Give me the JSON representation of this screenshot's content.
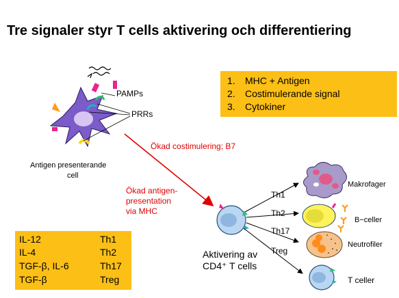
{
  "title": "Tre signaler styr T cells aktivering och differentiering",
  "signals": [
    {
      "num": "1.",
      "text": "MHC + Antigen"
    },
    {
      "num": "2.",
      "text": "Costimulerande signal"
    },
    {
      "num": "3.",
      "text": "Cytokiner"
    }
  ],
  "apc": {
    "pamps_label": "PAMPs",
    "prrs_label": "PRRs",
    "caption_line1": "Antigen presenterande",
    "caption_line2": "cell"
  },
  "arrows": {
    "costim_label": "Ökad costimulering; B7",
    "antigen_line1": "Ökad antigen-",
    "antigen_line2": "presentation",
    "antigen_line3": "via MHC"
  },
  "tcell": {
    "caption_line1": "Aktivering av",
    "caption_line2": "CD4⁺ T cells"
  },
  "subsets": [
    {
      "name": "Th1",
      "target": "Makrofager"
    },
    {
      "name": "Th2",
      "target": "B−celler"
    },
    {
      "name": "Th17",
      "target": "Neutrofiler"
    },
    {
      "name": "Treg",
      "target": "T celler"
    }
  ],
  "cytokine_table": [
    {
      "cytokine": "IL-12",
      "subset": "Th1"
    },
    {
      "cytokine": "IL-4",
      "subset": "Th2"
    },
    {
      "cytokine": "TGF-β, IL-6",
      "subset": "Th17"
    },
    {
      "cytokine": "TGF-β",
      "subset": "Treg"
    }
  ],
  "colors": {
    "box": "#fcbf15",
    "arrow_red": "#e00000",
    "apc_fill": "#7b5cc8",
    "tcell_fill": "#b9d6f2",
    "bcell_fill": "#fff35a",
    "neutrophil_fill": "#f6c28c"
  }
}
